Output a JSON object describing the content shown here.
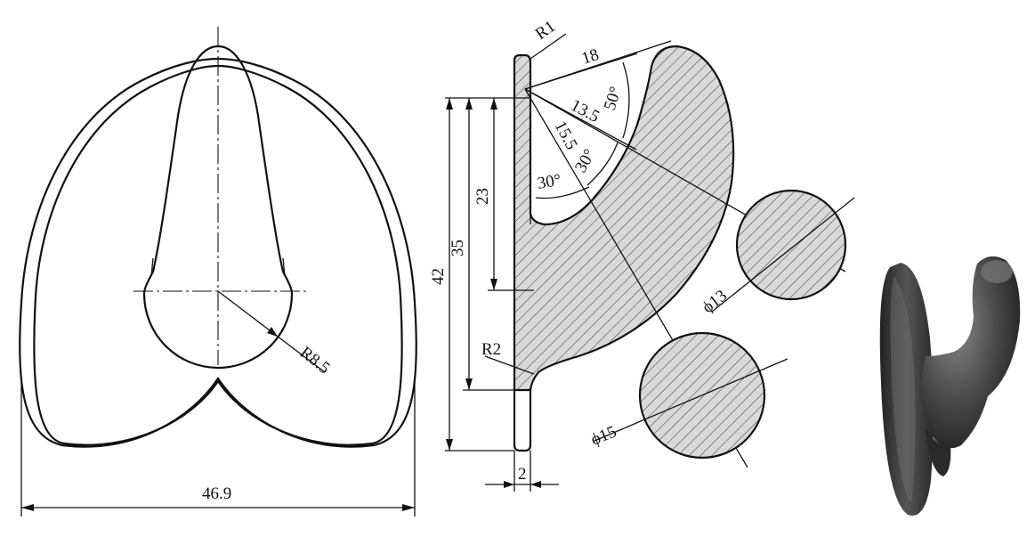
{
  "front_view": {
    "width_dim": "46.9",
    "radius_dim": "R8.5"
  },
  "section_view": {
    "r1": "R1",
    "len18": "18",
    "len13_5": "13.5",
    "len15_5": "15.5",
    "angle50": "50°",
    "angle30a": "30°",
    "angle30b": "30°",
    "h23": "23",
    "h35": "35",
    "h42": "42",
    "r2": "R2",
    "thk2": "2",
    "dia13": "ϕ13",
    "dia15": "ϕ15"
  },
  "colors": {
    "line": "#111111",
    "section_fill": "#d9d9d9",
    "model_dark": "#2e2e2e",
    "model_mid": "#5a5a5a",
    "model_light": "#8a8a8a"
  }
}
